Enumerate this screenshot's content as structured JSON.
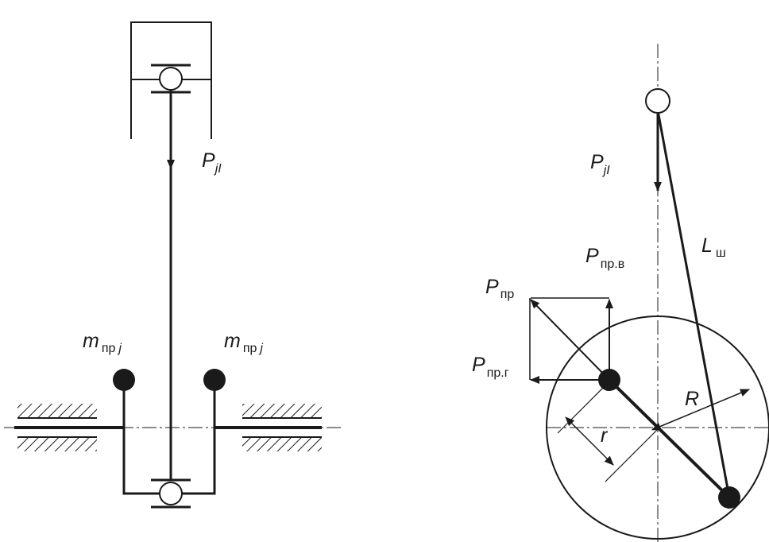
{
  "labels": {
    "m": "m",
    "m_sub": "пр",
    "m_sub2": "j",
    "p": "P",
    "pj_sub": "jI",
    "ppr_sub": "пр",
    "pprv_sub": "пр.в",
    "pprg_sub": "пр.г",
    "l": "L",
    "l_sub": "ш",
    "r_big": "R",
    "r_small": "r"
  },
  "colors": {
    "stroke": "#1a1a1a",
    "fill": "#1a1a1a",
    "background": "#ffffff"
  }
}
